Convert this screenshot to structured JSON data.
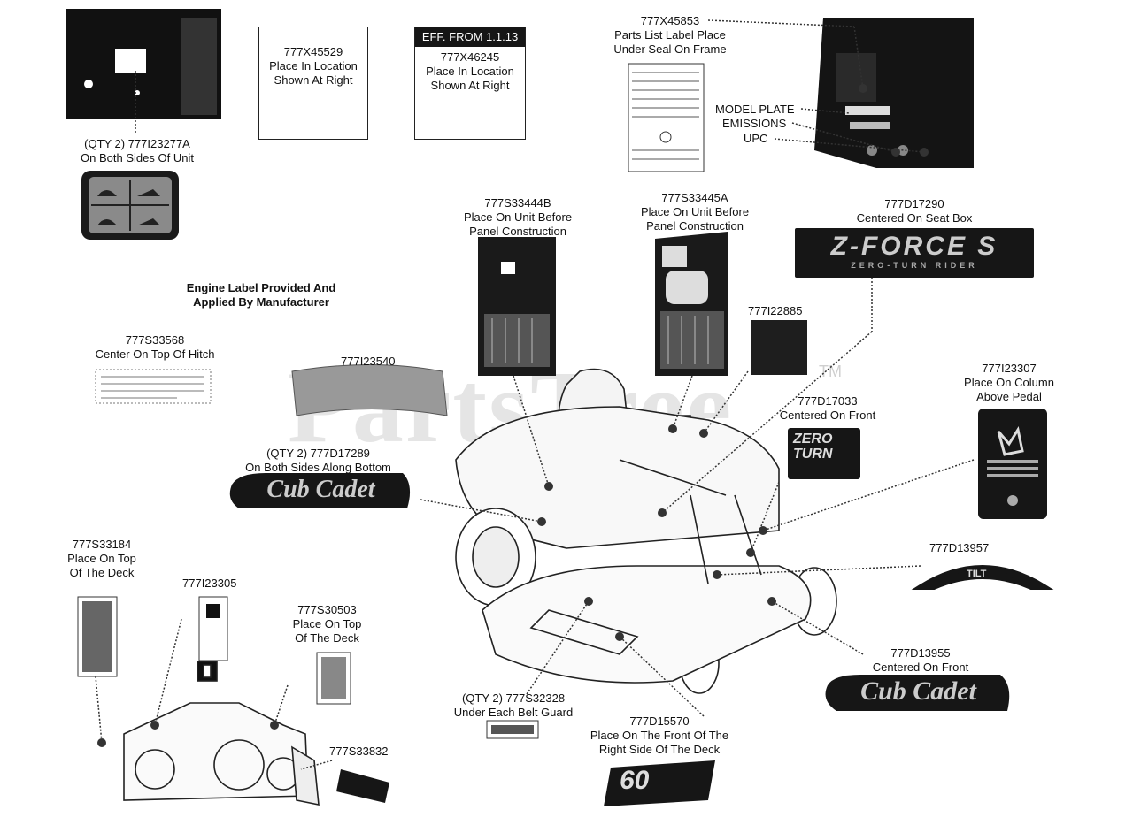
{
  "watermark": {
    "text": "PartsTree",
    "tm": "TM"
  },
  "labels": {
    "a277": {
      "line1": "(QTY 2) 777I23277A",
      "line2": "On Both Sides Of Unit"
    },
    "x45529": {
      "part": "777X45529",
      "line1": "Place In Location",
      "line2": "Shown At Right"
    },
    "x46245": {
      "banner": "EFF. FROM 1.1.13",
      "part": "777X46245",
      "line1": "Place In Location",
      "line2": "Shown At Right"
    },
    "x45853": {
      "part": "777X45853",
      "line1": "Parts List Label Place",
      "line2": "Under Seal On Frame"
    },
    "plate": {
      "model": "MODEL PLATE",
      "emissions": "EMISSIONS",
      "upc": "UPC"
    },
    "s33444b": {
      "part": "777S33444B",
      "line1": "Place On Unit Before",
      "line2": "Panel Construction"
    },
    "s33445a": {
      "part": "777S33445A",
      "line1": "Place On Unit Before",
      "line2": "Panel Construction"
    },
    "d17290": {
      "part": "777D17290",
      "line1": "Centered On Seat Box",
      "logo": "Z-FORCE S",
      "sub": "ZERO-TURN RIDER"
    },
    "engine": {
      "line1": "Engine Label Provided And",
      "line2": "Applied By Manufacturer"
    },
    "s33568": {
      "part": "777S33568",
      "line1": "Center On Top Of Hitch"
    },
    "i23540": {
      "part": "777I23540"
    },
    "i22885": {
      "part": "777I22885"
    },
    "i23307": {
      "part": "777I23307",
      "line1": "Place On Column",
      "line2": "Above Pedal"
    },
    "d17033": {
      "part": "777D17033",
      "line1": "Centered On Front",
      "logo1": "ZERO",
      "logo2": "TURN"
    },
    "d17289": {
      "part": "(QTY 2) 777D17289",
      "line1": "On Both Sides Along Bottom",
      "logo": "Cub Cadet"
    },
    "s33184": {
      "part": "777S33184",
      "line1": "Place On Top",
      "line2": "Of The Deck"
    },
    "i23305": {
      "part": "777I23305"
    },
    "s30503": {
      "part": "777S30503",
      "line1": "Place On Top",
      "line2": "Of The Deck"
    },
    "d13957": {
      "part": "777D13957",
      "logo": "TILT"
    },
    "d13955": {
      "part": "777D13955",
      "line1": "Centered On Front",
      "logo": "Cub Cadet"
    },
    "s32328": {
      "part": "(QTY 2) 777S32328",
      "line1": "Under Each Belt Guard"
    },
    "d15570": {
      "part": "777D15570",
      "line1": "Place On The Front Of The",
      "line2": "Right Side Of The Deck",
      "logo": "60"
    },
    "s33832": {
      "part": "777S33832"
    }
  }
}
